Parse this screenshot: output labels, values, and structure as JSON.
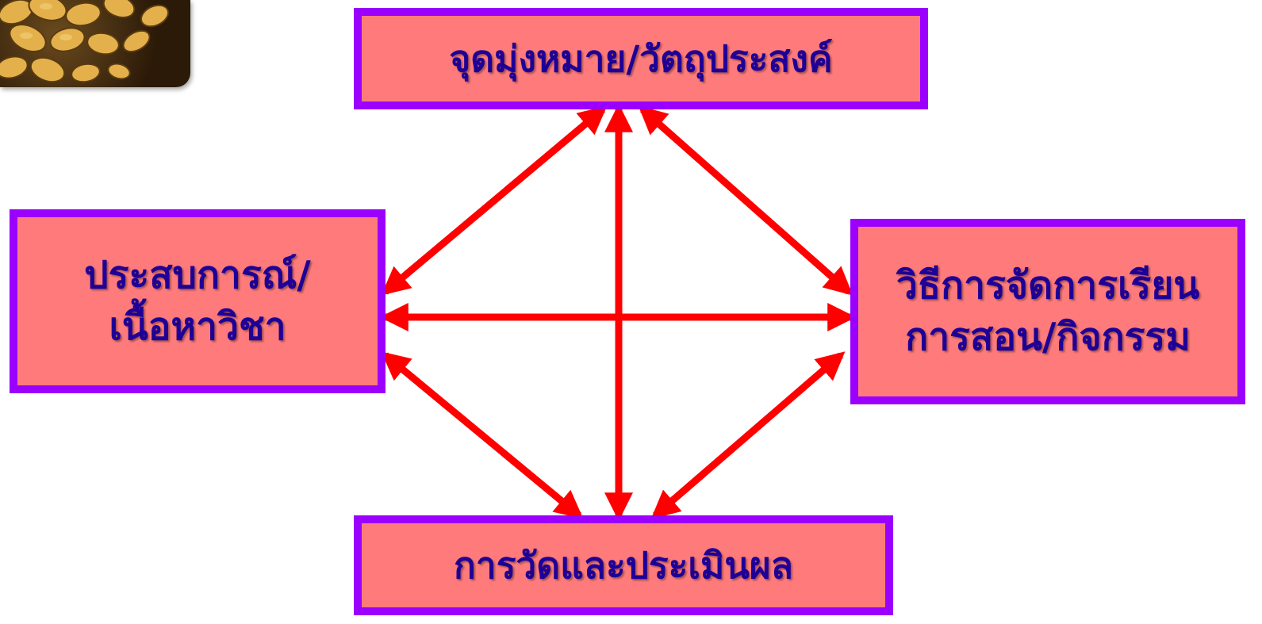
{
  "diagram": {
    "nodes": {
      "top": {
        "lines": [
          "จุดมุ่งหมาย/วัตถุประสงค์"
        ]
      },
      "left": {
        "lines": [
          "ประสบการณ์/",
          "เนื้อหาวิชา"
        ]
      },
      "right": {
        "lines": [
          "วิธีการจัดการเรียน",
          "การสอน/กิจกรรม"
        ]
      },
      "bottom": {
        "lines": [
          "การวัดและประเมินผล"
        ]
      }
    },
    "edges": [
      {
        "from": "top",
        "to": "left",
        "bidirectional": true
      },
      {
        "from": "top",
        "to": "right",
        "bidirectional": true
      },
      {
        "from": "top",
        "to": "bottom",
        "bidirectional": true
      },
      {
        "from": "left",
        "to": "right",
        "bidirectional": true
      },
      {
        "from": "left",
        "to": "bottom",
        "bidirectional": true
      },
      {
        "from": "right",
        "to": "bottom",
        "bidirectional": true
      }
    ]
  },
  "colors": {
    "box_fill": "#ff7b7b",
    "box_border": "#9b00ff",
    "text": "#1e0096",
    "arrow": "#ff0000"
  },
  "decoration": {
    "corner_image": "golden-scales-photo"
  }
}
